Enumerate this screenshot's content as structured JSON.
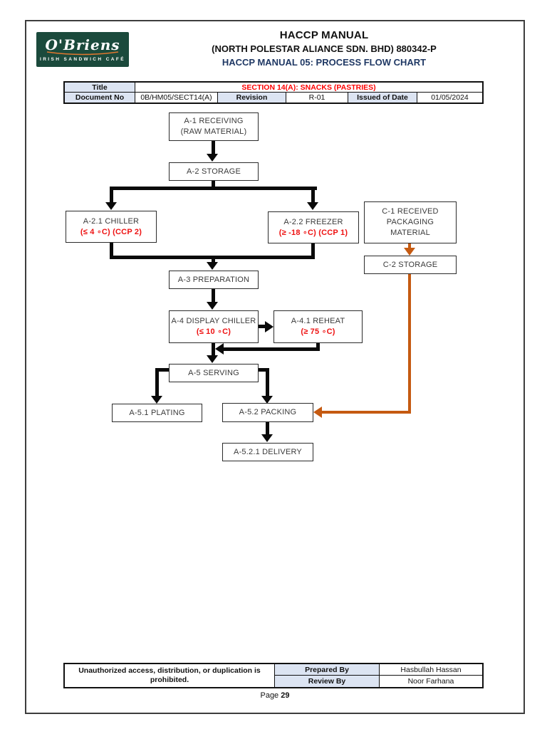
{
  "colors": {
    "logo_green": "#1b4a3c",
    "logo_orange": "#e0762e",
    "subtitle_navy": "#1f3864",
    "section_red": "#ff0000",
    "ccp_red": "#ee1111",
    "flow_line_black": "#0a0a0a",
    "packaging_line_orange": "#c55a11",
    "table_header_bg": "#dce4f2"
  },
  "logo": {
    "brand": "O'Briens",
    "tagline": "IRISH SANDWICH CAFÉ"
  },
  "header": {
    "title": "HACCP MANUAL",
    "company": "(NORTH POLESTAR ALIANCE SDN. BHD) 880342-P",
    "subtitle": "HACCP MANUAL 05: PROCESS FLOW CHART"
  },
  "doc_info": {
    "title_label": "Title",
    "section_title": "SECTION 14(A): SNACKS (PASTRIES)",
    "document_no_label": "Document No",
    "document_no": "0B/HM05/SECT14(A)",
    "revision_label": "Revision",
    "revision": "R-01",
    "issued_label": "Issued of Date",
    "issued_date": "01/05/2024"
  },
  "flowchart": {
    "nodes": {
      "a1": {
        "lines": [
          "A-1 RECEIVING",
          "(RAW MATERIAL)"
        ]
      },
      "a2": {
        "lines": [
          "A-2 STORAGE"
        ]
      },
      "a21": {
        "lines": [
          "A-2.1 CHILLER",
          "(≤ 4 ∘C) (CCP 2)"
        ]
      },
      "a22": {
        "lines": [
          "A-2.2 FREEZER",
          "(≥ -18 ∘C) (CCP 1)"
        ]
      },
      "c1": {
        "lines": [
          "C-1 RECEIVED",
          "PACKAGING",
          "MATERIAL"
        ]
      },
      "c2": {
        "lines": [
          "C-2 STORAGE"
        ]
      },
      "a3": {
        "lines": [
          "A-3 PREPARATION"
        ]
      },
      "a4": {
        "lines": [
          "A-4 DISPLAY CHILLER",
          "(≤ 10 ∘C)"
        ]
      },
      "a41": {
        "lines": [
          "A-4.1 REHEAT",
          "(≥ 75 ∘C)"
        ]
      },
      "a5": {
        "lines": [
          "A-5 SERVING"
        ]
      },
      "a51": {
        "lines": [
          "A-5.1 PLATING"
        ]
      },
      "a52": {
        "lines": [
          "A-5.2 PACKING"
        ]
      },
      "a521": {
        "lines": [
          "A-5.2.1 DELIVERY"
        ]
      }
    }
  },
  "footer": {
    "notice": "Unauthorized access, distribution, or duplication is prohibited.",
    "prepared_by_label": "Prepared By",
    "prepared_by": "Hasbullah Hassan",
    "review_by_label": "Review By",
    "review_by": "Noor Farhana"
  },
  "page": {
    "label": "Page",
    "number": "29"
  }
}
